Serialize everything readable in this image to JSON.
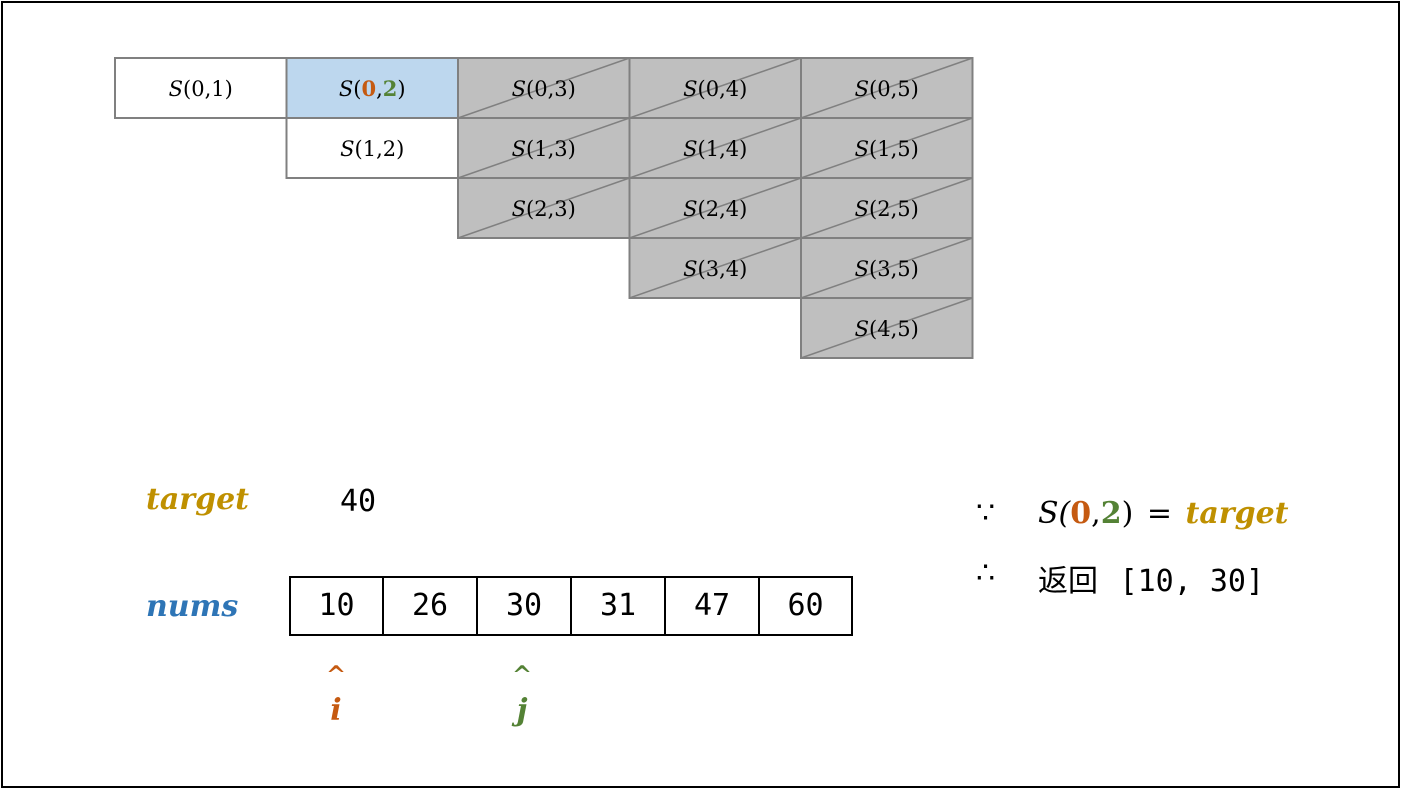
{
  "matrix": {
    "cells": [
      {
        "text": "S(0,1)",
        "state": "normal"
      },
      {
        "text": "S(0,2)",
        "state": "highlight",
        "i": "0",
        "j": "2"
      },
      {
        "text": "S(0,3)",
        "state": "eliminated"
      },
      {
        "text": "S(0,4)",
        "state": "eliminated"
      },
      {
        "text": "S(0,5)",
        "state": "eliminated"
      },
      {
        "text": "S(1,2)",
        "state": "normal"
      },
      {
        "text": "S(1,3)",
        "state": "eliminated"
      },
      {
        "text": "S(1,4)",
        "state": "eliminated"
      },
      {
        "text": "S(1,5)",
        "state": "eliminated"
      },
      {
        "text": "S(2,3)",
        "state": "eliminated"
      },
      {
        "text": "S(2,4)",
        "state": "eliminated"
      },
      {
        "text": "S(2,5)",
        "state": "eliminated"
      },
      {
        "text": "S(3,4)",
        "state": "eliminated"
      },
      {
        "text": "S(3,5)",
        "state": "eliminated"
      },
      {
        "text": "S(4,5)",
        "state": "eliminated"
      }
    ]
  },
  "target": {
    "label": "target",
    "value": "40"
  },
  "nums": {
    "label": "nums",
    "values": [
      "10",
      "26",
      "30",
      "31",
      "47",
      "60"
    ]
  },
  "pointers": {
    "i": {
      "caret": "^",
      "name": "i",
      "index": 0
    },
    "j": {
      "caret": "^",
      "name": "j",
      "index": 2
    }
  },
  "conclusion": {
    "because_symbol": "∵",
    "because_s": "S(",
    "because_i": "0",
    "because_comma": ",",
    "because_j": "2",
    "because_close": ")",
    "because_eq": "=",
    "because_target": "target",
    "therefore_symbol": "∴",
    "therefore_text": "返回",
    "therefore_result": "[10, 30]"
  },
  "colors": {
    "target": "#BF9000",
    "nums": "#2E75B6",
    "i": "#C55A11",
    "j": "#548235",
    "highlight": "#BDD7EE",
    "eliminated": "#BFBFBF",
    "grid": "#808080"
  }
}
